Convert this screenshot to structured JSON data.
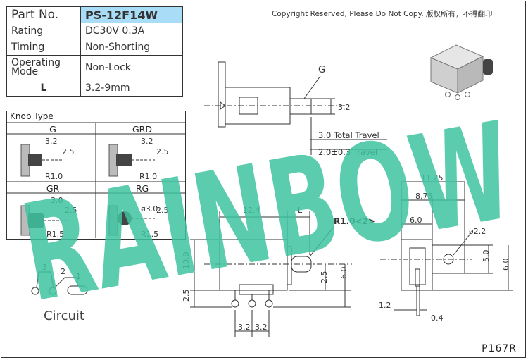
{
  "spec_table": {
    "part_label": "Part No.",
    "part_value": "PS-12F14W",
    "rows": [
      {
        "key": "Rating",
        "value": "DC30V 0.3A"
      },
      {
        "key": "Timing",
        "value": "Non-Shorting"
      },
      {
        "key": "Operating Mode",
        "value": "Non-Lock"
      },
      {
        "key": "L",
        "value": "3.2-9mm"
      }
    ]
  },
  "copyright": "Copyright Reserved, Please Do Not Copy. 版权所有，不得翻印",
  "knob_type": {
    "title": "Knob Type",
    "cells": [
      "G",
      "GRD",
      "GR",
      "RG"
    ],
    "dims": {
      "g": [
        "3.2",
        "2.5",
        "R1.0"
      ],
      "grd": [
        "3.2",
        "2.5",
        "R1.0"
      ],
      "gr": [
        "3.0",
        "2.5",
        "R1.5"
      ],
      "rg": [
        "ø3.0",
        "2.5",
        "R1.5"
      ]
    }
  },
  "circuit": {
    "label": "Circuit",
    "pins": [
      "3",
      "2",
      "1"
    ]
  },
  "top_view": {
    "knob_label": "G",
    "dim": "3.2",
    "travel_total": "3.0 Total Travel",
    "travel_op": "2.0±0.3 Travel"
  },
  "front_view": {
    "d_len": "12.4",
    "d_l": "L",
    "radius": "R1.0<2>",
    "d_h": "10.0",
    "d_25a": "2.5",
    "d_25b": "2.5",
    "d_60": "6.0",
    "d_p1": "3.2",
    "d_p2": "3.2"
  },
  "side_view": {
    "d_1125": "11.25",
    "d_875": "8.75",
    "d_60": "6.0",
    "d_hole": "ø2.2",
    "d_50": "5.0",
    "d_60v": "6.0",
    "d_12": "1.2",
    "d_04": "0.4"
  },
  "page_code": "P167R",
  "watermark": "RAINBOW",
  "colors": {
    "part_bg": "#a9dcf7",
    "watermark": "#3fc3a0"
  }
}
